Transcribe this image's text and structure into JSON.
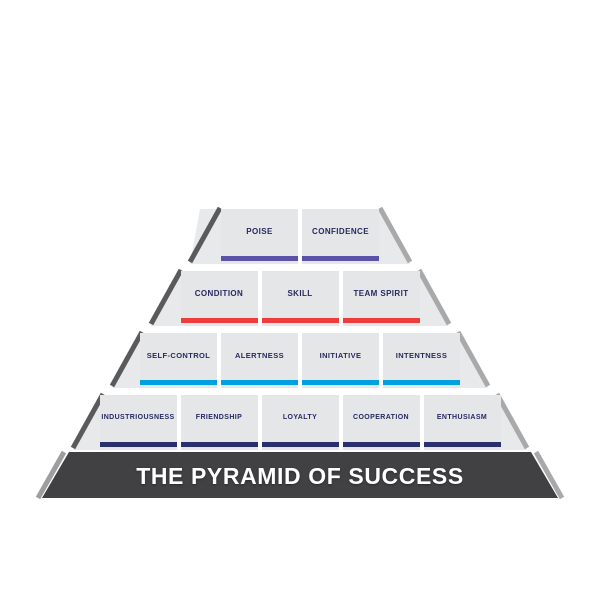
{
  "colors": {
    "background": "#ffffff",
    "block_fill": "#e5e6e8",
    "side_fill": "#e8e9ea",
    "label_text": "#262a60",
    "edge_left": "#5a5a5c",
    "edge_right": "#a8a9ab",
    "banner_fill": "#414144",
    "banner_text": "#ffffff",
    "accent_purple": "#5b51a8",
    "accent_red": "#ee3b3b",
    "accent_cyan": "#00a0e1",
    "accent_navy": "#2a2f6e"
  },
  "diagram": {
    "type": "pyramid",
    "title": "THE PYRAMID OF SUCCESS",
    "tier_count": 4,
    "tiers": [
      {
        "index": 0,
        "accent_color": "#5b51a8",
        "accent_name": "purple",
        "blocks": [
          {
            "label": "POISE"
          },
          {
            "label": "CONFIDENCE"
          }
        ]
      },
      {
        "index": 1,
        "accent_color": "#ee3b3b",
        "accent_name": "red",
        "blocks": [
          {
            "label": "CONDITION"
          },
          {
            "label": "SKILL"
          },
          {
            "label": "TEAM SPIRIT"
          }
        ]
      },
      {
        "index": 2,
        "accent_color": "#00a0e1",
        "accent_name": "cyan",
        "blocks": [
          {
            "label": "SELF-CONTROL"
          },
          {
            "label": "ALERTNESS"
          },
          {
            "label": "INITIATIVE"
          },
          {
            "label": "INTENTNESS"
          }
        ]
      },
      {
        "index": 3,
        "accent_color": "#2a2f6e",
        "accent_name": "navy",
        "blocks": [
          {
            "label": "INDUSTRIOUSNESS"
          },
          {
            "label": "FRIENDSHIP"
          },
          {
            "label": "LOYALTY"
          },
          {
            "label": "COOPERATION"
          },
          {
            "label": "ENTHUSIASM"
          }
        ]
      }
    ]
  }
}
